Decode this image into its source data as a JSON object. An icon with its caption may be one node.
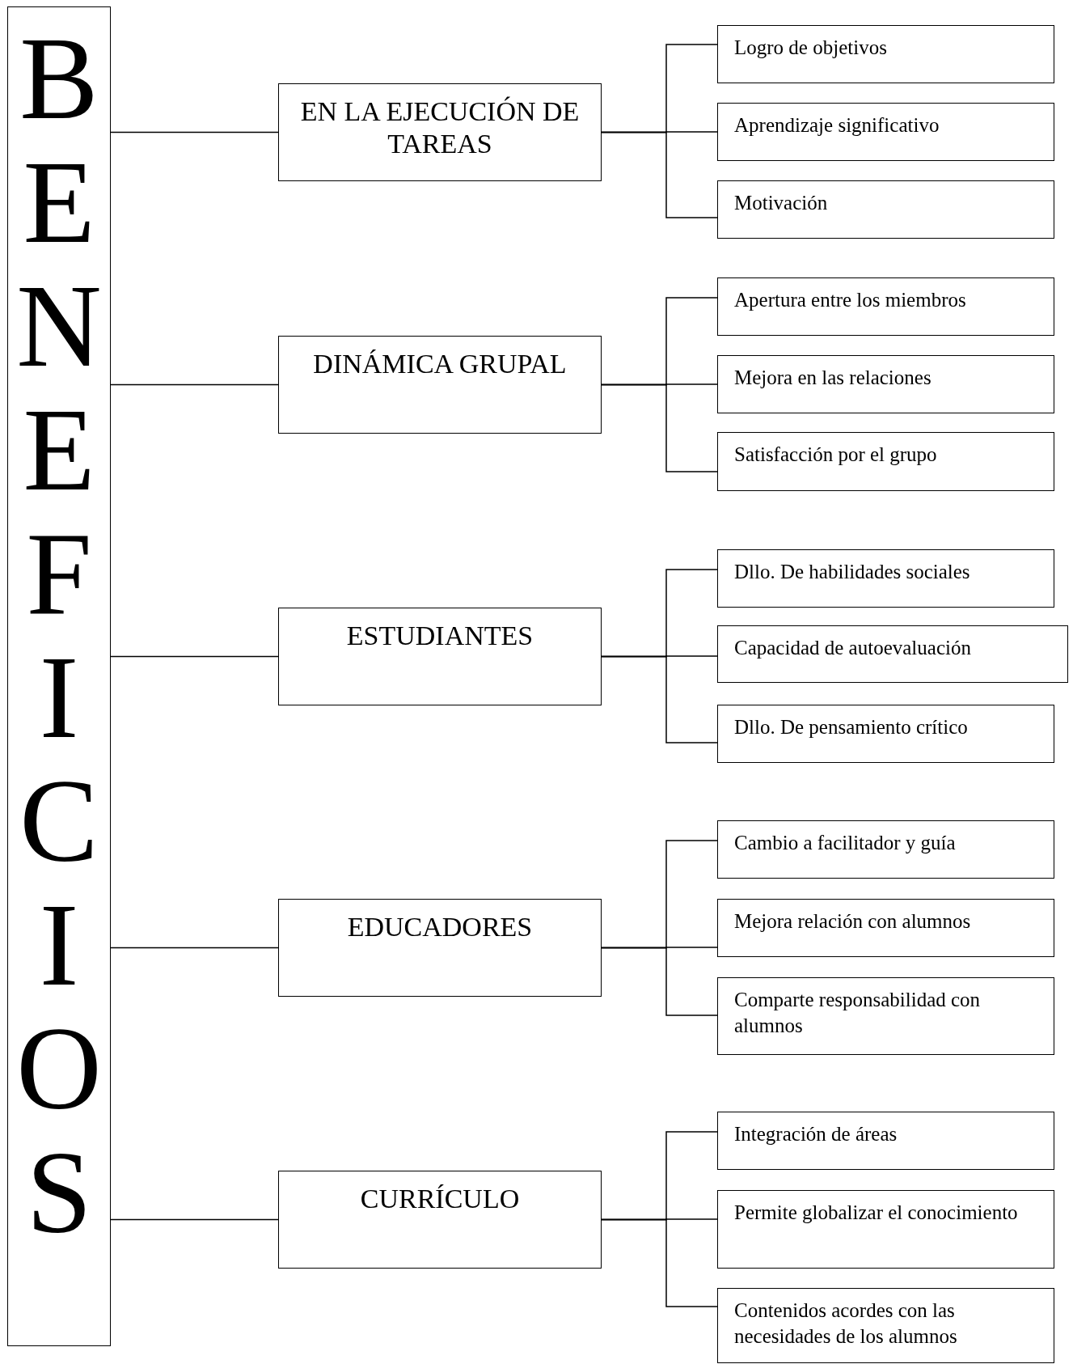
{
  "diagram": {
    "nodes": [
      {
        "text": [
          "BENEFICIOS"
        ]
      },
      {
        "text": [
          "EN LA EJECUCIÓN DE TAREAS"
        ]
      },
      {
        "text": [
          "Logro de objetivos"
        ]
      },
      {
        "text": [
          "Aprendizaje significativo"
        ]
      },
      {
        "text": [
          "Motivación"
        ]
      },
      {
        "text": [
          "DINÁMICA GRUPAL"
        ]
      },
      {
        "text": [
          "Apertura entre los miembros"
        ]
      },
      {
        "text": [
          "Mejora en las relaciones"
        ]
      },
      {
        "text": [
          "Satisfacción por el grupo"
        ]
      },
      {
        "text": [
          "ESTUDIANTES"
        ]
      },
      {
        "text": [
          "Dllo. De habilidades sociales"
        ]
      },
      {
        "text": [
          "Capacidad de autoevaluación"
        ]
      },
      {
        "text": [
          "Dllo. De pensamiento crítico"
        ]
      },
      {
        "text": [
          "EDUCADORES"
        ]
      },
      {
        "text": [
          "Cambio a facilitador y guía"
        ]
      },
      {
        "text": [
          "Mejora relación con alumnos"
        ]
      },
      {
        "text": [
          "Comparte responsabilidad con alumnos"
        ]
      },
      {
        "text": [
          "CURRÍCULO"
        ]
      },
      {
        "text": [
          "Integración de áreas"
        ]
      },
      {
        "text": [
          "Permite globalizar el conocimiento"
        ]
      },
      {
        "text": [
          "Contenidos acordes con las necesidades de los alumnos"
        ]
      }
    ],
    "edges": [
      {
        "from": 0,
        "to": 1,
        "arrow": "none"
      },
      {
        "from": 0,
        "to": 5,
        "arrow": "none"
      },
      {
        "from": 0,
        "to": 9,
        "arrow": "none"
      },
      {
        "from": 0,
        "to": 13,
        "arrow": "none"
      },
      {
        "from": 0,
        "to": 17,
        "arrow": "none"
      },
      {
        "from": 1,
        "to": 2,
        "arrow": "none"
      },
      {
        "from": 1,
        "to": 3,
        "arrow": "none"
      },
      {
        "from": 1,
        "to": 4,
        "arrow": "none"
      },
      {
        "from": 5,
        "to": 6,
        "arrow": "none"
      },
      {
        "from": 5,
        "to": 7,
        "arrow": "none"
      },
      {
        "from": 5,
        "to": 8,
        "arrow": "none"
      },
      {
        "from": 9,
        "to": 10,
        "arrow": "none"
      },
      {
        "from": 9,
        "to": 11,
        "arrow": "none"
      },
      {
        "from": 9,
        "to": 12,
        "arrow": "none"
      },
      {
        "from": 13,
        "to": 14,
        "arrow": "none"
      },
      {
        "from": 13,
        "to": 15,
        "arrow": "none"
      },
      {
        "from": 13,
        "to": 16,
        "arrow": "none"
      },
      {
        "from": 17,
        "to": 18,
        "arrow": "none"
      },
      {
        "from": 17,
        "to": 19,
        "arrow": "none"
      },
      {
        "from": 17,
        "to": 20,
        "arrow": "none"
      }
    ]
  }
}
